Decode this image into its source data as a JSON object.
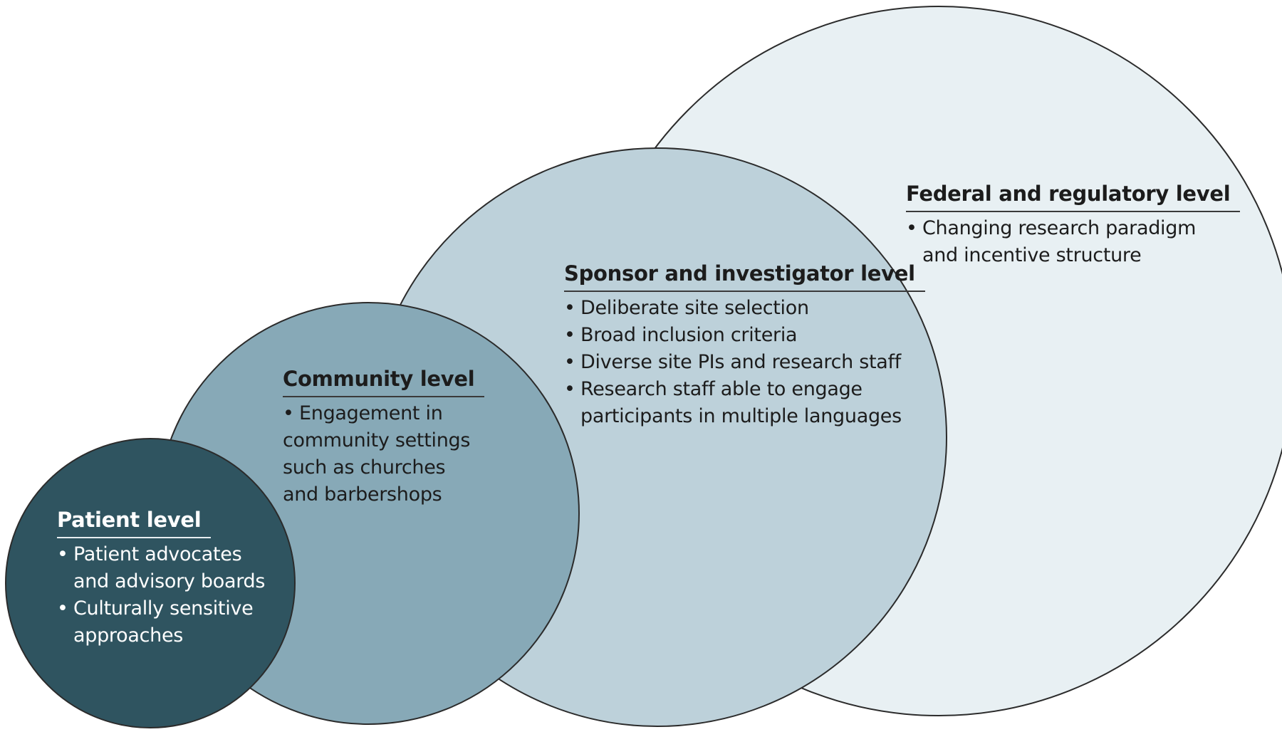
{
  "colors": {
    "patient": "#2f5460",
    "community": "#87a9b7",
    "sponsor": "#bdd1da",
    "federal": "#e8f0f3",
    "outline": "#2b2b2b"
  },
  "levels": {
    "federal": {
      "heading": "Federal and regulatory level",
      "items": [
        "Changing research paradigm",
        "and incentive structure"
      ]
    },
    "sponsor": {
      "heading": "Sponsor and investigator level",
      "items": [
        "Deliberate site selection",
        "Broad inclusion criteria",
        "Diverse site PIs and research staff",
        "Research staff able to engage",
        "participants in multiple languages"
      ]
    },
    "community": {
      "heading": "Community level",
      "items": [
        "Engagement in",
        "community settings",
        "such as churches",
        "and barbershops"
      ]
    },
    "patient": {
      "heading": "Patient level",
      "items": [
        "Patient advocates",
        "and advisory boards",
        "Culturally sensitive",
        "approaches"
      ]
    }
  }
}
